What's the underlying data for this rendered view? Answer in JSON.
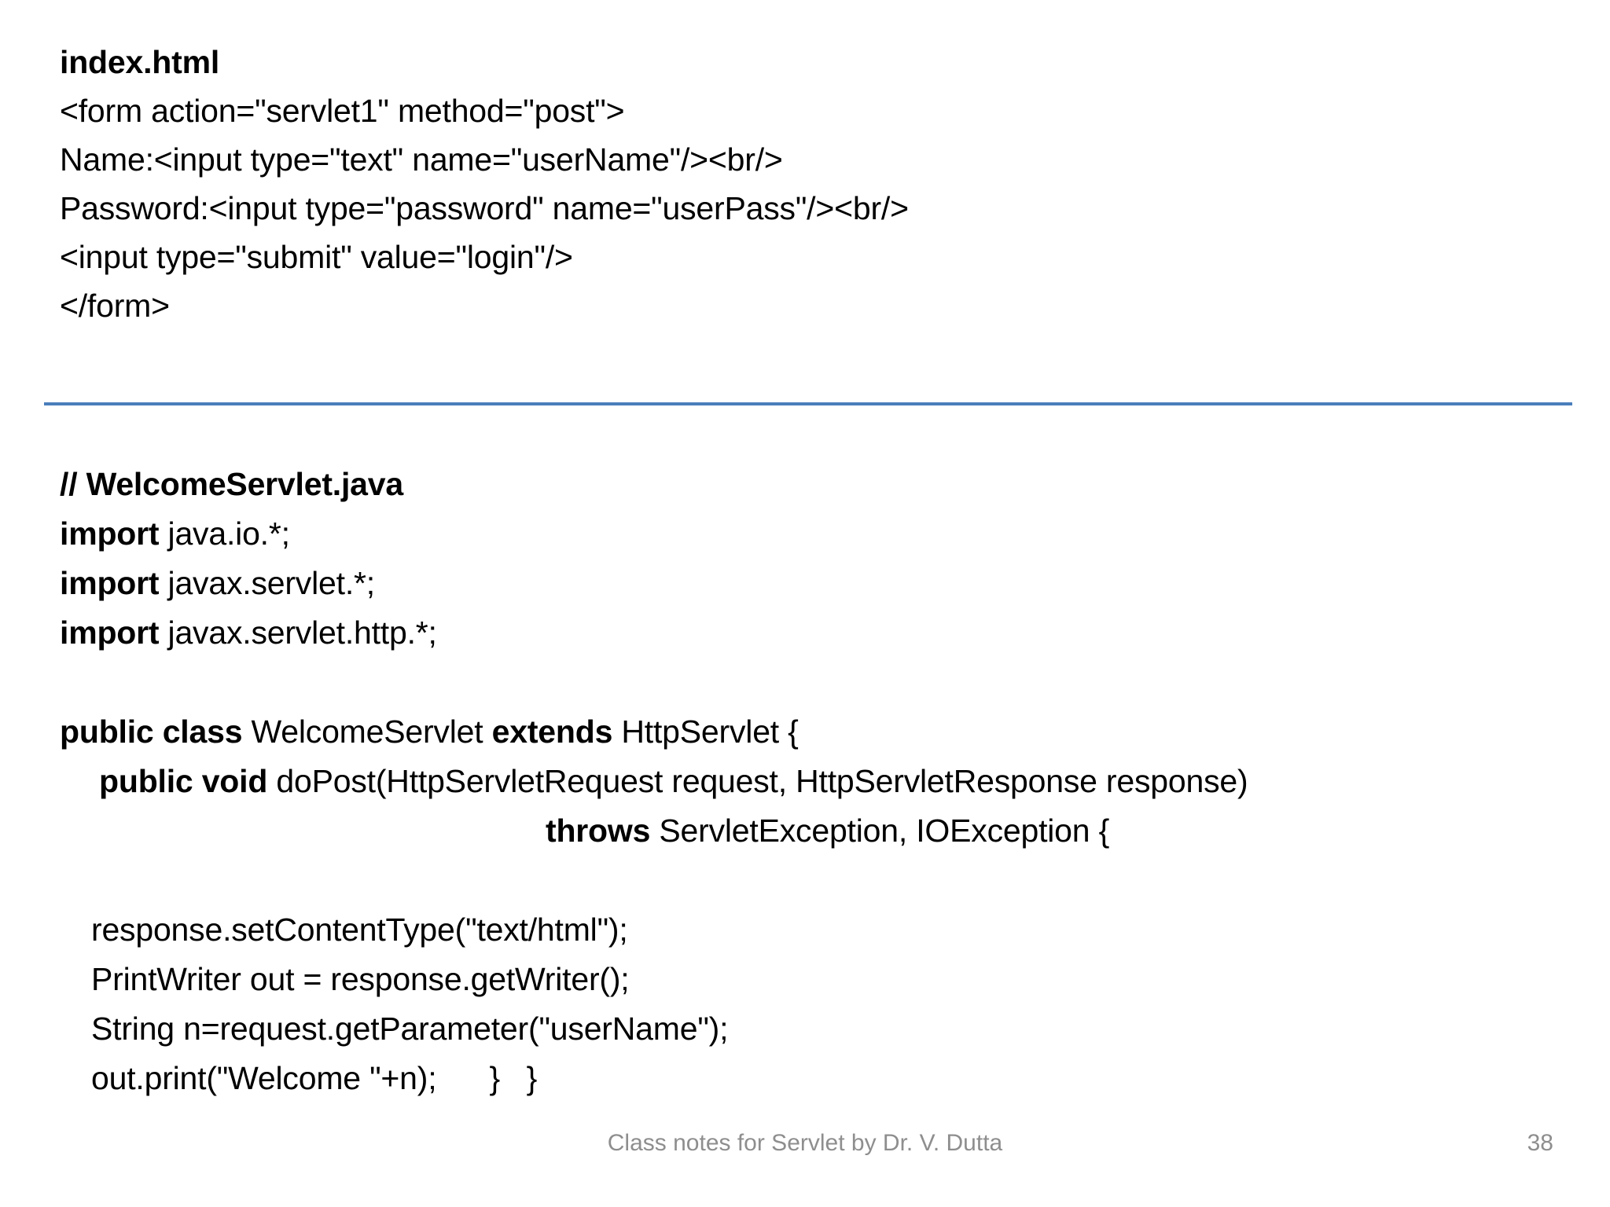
{
  "slide": {
    "accent_color": "#4a7ebb",
    "text_color": "#000000",
    "footer_color": "#8e8e8e",
    "background": "#ffffff"
  },
  "html_block": {
    "title": "index.html",
    "lines": [
      "<form action=\"servlet1\" method=\"post\">",
      "Name:<input type=\"text\" name=\"userName\"/><br/>",
      "Password:<input type=\"password\" name=\"userPass\"/><br/>",
      "<input type=\"submit\" value=\"login\"/>",
      "</form>"
    ]
  },
  "java_block": {
    "title": "// WelcomeServlet.java",
    "imports": [
      {
        "keyword": "import",
        "rest": " java.io.*;"
      },
      {
        "keyword": "import",
        "rest": " javax.servlet.*;"
      },
      {
        "keyword": "import",
        "rest": " javax.servlet.http.*;"
      }
    ],
    "class_decl": {
      "kw1": "public class",
      "mid": " WelcomeServlet ",
      "kw2": "extends",
      "tail": " HttpServlet {"
    },
    "method_decl": {
      "kw1": "public void",
      "tail": " doPost(HttpServletRequest request, HttpServletResponse response)"
    },
    "throws_decl": {
      "kw1": "throws",
      "tail": " ServletException, IOException {"
    },
    "body": [
      "response.setContentType(\"text/html\");",
      "PrintWriter out = response.getWriter();",
      "String n=request.getParameter(\"userName\");",
      "out.print(\"Welcome \"+n);      }   }"
    ]
  },
  "footer": {
    "note": "Class notes for Servlet by Dr. V. Dutta",
    "page_number": "38"
  }
}
